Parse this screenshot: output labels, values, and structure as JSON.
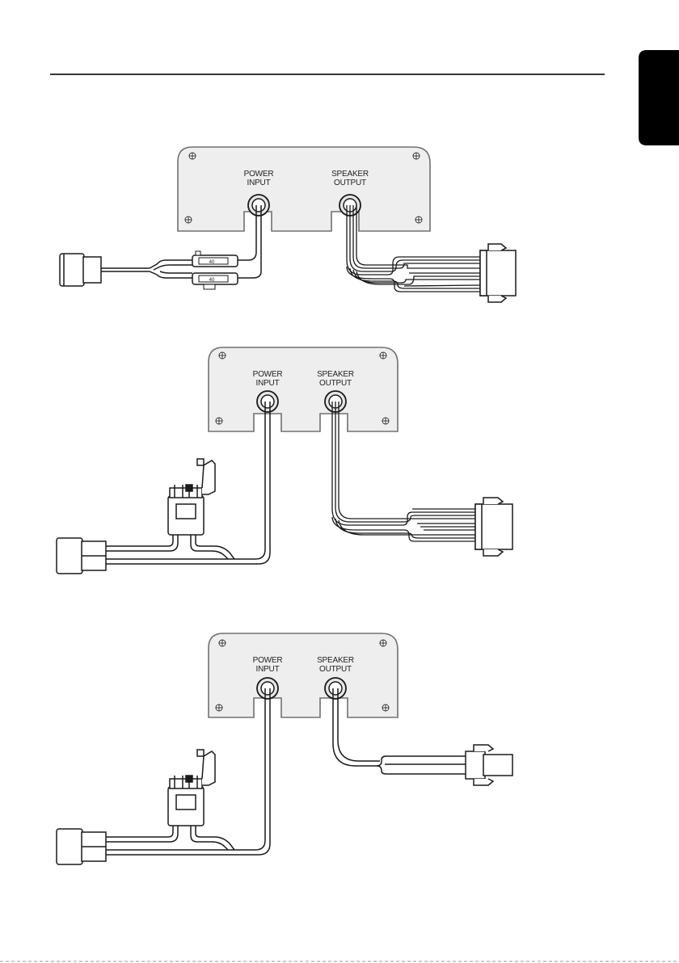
{
  "colors": {
    "stroke": "#1a1a1a",
    "panel_fill": "#eeeeee",
    "panel_stroke": "#707070",
    "tab": "#000000"
  },
  "diagrams": [
    {
      "power_label": [
        "POWER",
        "INPUT"
      ],
      "speaker_label": [
        "SPEAKER",
        "OUTPUT"
      ],
      "fuse_rating": "40"
    },
    {
      "power_label": [
        "POWER",
        "INPUT"
      ],
      "speaker_label": [
        "SPEAKER",
        "OUTPUT"
      ]
    },
    {
      "power_label": [
        "POWER",
        "INPUT"
      ],
      "speaker_label": [
        "SPEAKER",
        "OUTPUT"
      ]
    }
  ]
}
